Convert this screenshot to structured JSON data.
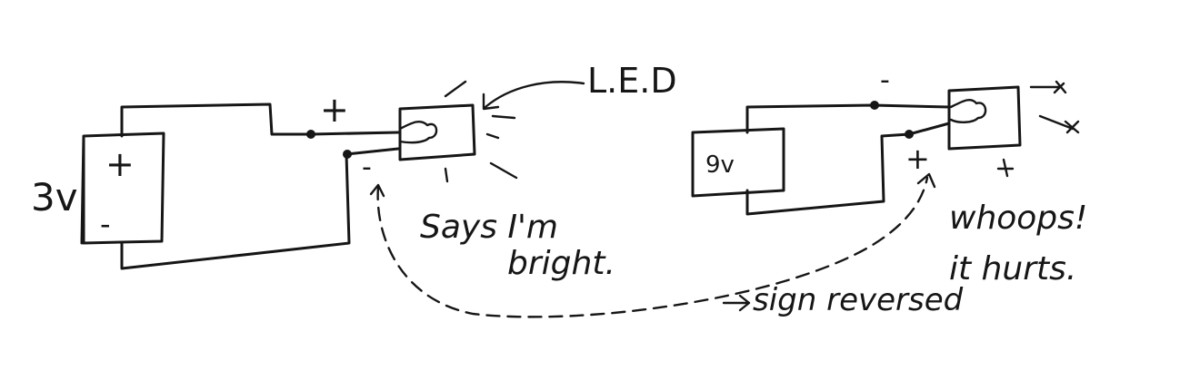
{
  "left_circuit": {
    "battery_voltage": "3v",
    "battery_plus": "+",
    "battery_minus": "-",
    "led_plus": "+",
    "led_minus": "-",
    "note_line1": "Says I'm",
    "note_line2": "bright."
  },
  "led_label": "L.E.D",
  "right_circuit": {
    "battery_label": "9v",
    "led_minus": "-",
    "led_plus": "+",
    "note_line1": "whoops!",
    "note_line2": "it hurts."
  },
  "connector_label": "sign reversed"
}
